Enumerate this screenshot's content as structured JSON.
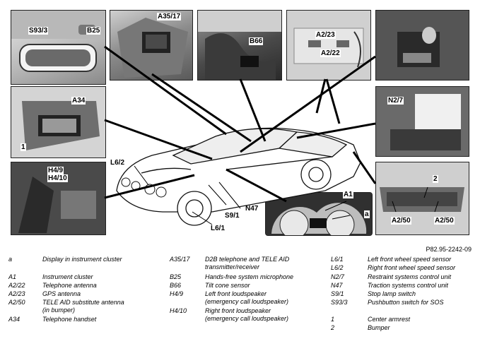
{
  "figure": {
    "reference": "P82.95-2242-09",
    "callouts": {
      "s93_3": "S93/3",
      "b25": "B25",
      "a35_17": "A35/17",
      "b66": "B66",
      "a2_23": "A2/23",
      "a2_22": "A2/22",
      "a34": "A34",
      "one": "1",
      "n2_7": "N2/7",
      "l6_2": "L6/2",
      "h4_9": "H4/9",
      "h4_10": "H4/10",
      "s9_1": "S9/1",
      "n47": "N47",
      "l6_1": "L6/1",
      "a1": "A1",
      "a": "a",
      "two": "2",
      "a2_50_left": "A2/50",
      "a2_50_right": "A2/50"
    }
  },
  "legend": {
    "col1": [
      {
        "code": "a",
        "desc": "Display in instrument cluster"
      },
      {
        "code": "A1",
        "desc": "Instrument cluster"
      },
      {
        "code": "A2/22",
        "desc": "Telephone antenna"
      },
      {
        "code": "A2/23",
        "desc": "GPS antenna"
      },
      {
        "code": "A2/50",
        "desc": "TELE AID substitute antenna\n(in bumper)"
      },
      {
        "code": "A34",
        "desc": "Telephone handset"
      }
    ],
    "col2": [
      {
        "code": "A35/17",
        "desc": "D2B telephone and TELE AID\ntransmitter/receiver"
      },
      {
        "code": "B25",
        "desc": "Hands-free system microphone"
      },
      {
        "code": "B66",
        "desc": "Tilt cone sensor"
      },
      {
        "code": "H4/9",
        "desc": "Left front loudspeaker\n(emergency call loudspeaker)"
      },
      {
        "code": "H4/10",
        "desc": "Right front loudspeaker\n(emergency call loudspeaker)"
      }
    ],
    "col3": [
      {
        "code": "L6/1",
        "desc": "Left front wheel speed sensor"
      },
      {
        "code": "L6/2",
        "desc": "Right front wheel speed sensor"
      },
      {
        "code": "N2/7",
        "desc": "Restraint systems control unit"
      },
      {
        "code": "N47",
        "desc": "Traction systems control unit"
      },
      {
        "code": "S9/1",
        "desc": "Stop lamp switch"
      },
      {
        "code": "S93/3",
        "desc": "Pushbutton switch for SOS"
      },
      {
        "code": "1",
        "desc": "Center armrest"
      },
      {
        "code": "2",
        "desc": "Bumper"
      }
    ]
  }
}
